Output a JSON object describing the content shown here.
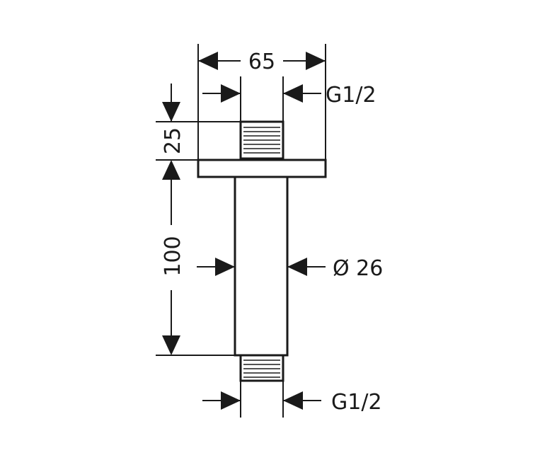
{
  "dimensions": {
    "overall_width": "65",
    "thread_top": "G1/2",
    "top_height": "25",
    "pipe_length": "100",
    "pipe_diameter": "Ø 26",
    "thread_bottom": "G1/2"
  }
}
